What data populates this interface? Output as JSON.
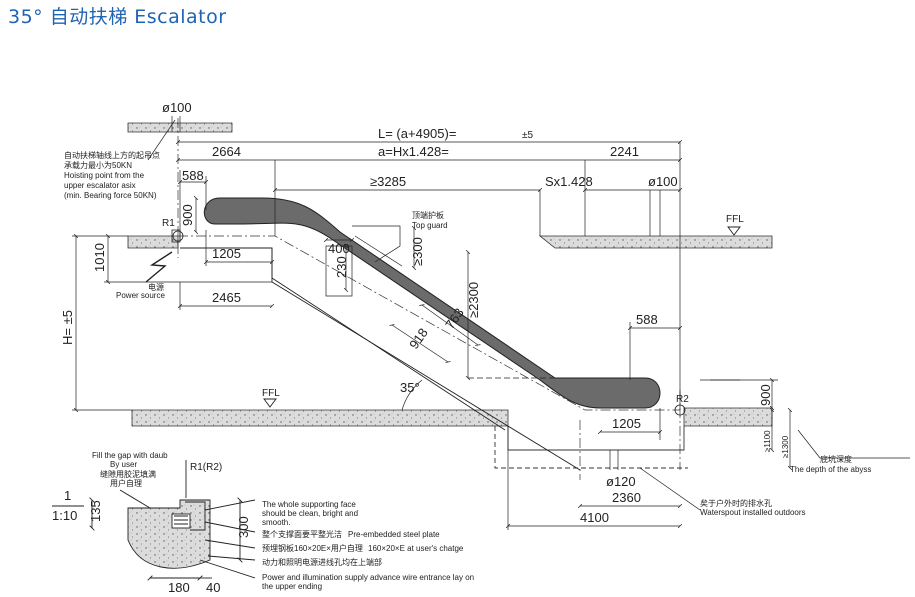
{
  "title": "35°  自动扶梯 Escalator",
  "top_dims": {
    "length_formula": "L= (a+4905)=",
    "length_suffix": "±5",
    "a_formula": "a=Hx1.428=",
    "left_segment": "2664",
    "right_segment": "2241",
    "min_run": "≥3285",
    "s_formula": "Sx1.428"
  },
  "pipes": {
    "top_left": "ø100",
    "top_right": "ø100",
    "bottom": "ø120"
  },
  "upper_left": {
    "hoist_cn_1": "自动扶梯轴线上方的起吊点",
    "hoist_cn_2": "承载力最小为50KN",
    "hoist_en_1": "Hoisting point from the",
    "hoist_en_2": "upper escalator asix",
    "hoist_en_3": "(min. Bearing force 50KN)",
    "dim_588": "588",
    "dim_900": "900",
    "r1_label": "R1",
    "dim_1205": "1205",
    "dim_1010": "1010",
    "power_cn": "电源",
    "power_en": "Power source",
    "dim_2465": "2465",
    "h_label": "H=   ±5",
    "ffl_left": "FFL"
  },
  "middle": {
    "top_guard_cn": "顶端护板",
    "top_guard_en": "Top guard",
    "dim_400": "400",
    "dim_230": "230",
    "dim_300": "≥300",
    "dim_2300": "≥2300",
    "dim_763": "763",
    "dim_918": "918",
    "angle": "35°"
  },
  "upper_right": {
    "ffl_right": "FFL"
  },
  "lower_right": {
    "dim_588": "588",
    "r2_label": "R2",
    "dim_900": "900",
    "dim_1205": "1205",
    "dim_1100": "≥1100",
    "dim_1300": "≥1300",
    "dim_2360": "2360",
    "dim_4100": "4100",
    "pit_depth_cn": "底坑深度",
    "pit_depth_en": "The depth of the abyss",
    "waterspout_cn": "矣于户外时的排水孔",
    "waterspout_en": "Waterspout installed outdoors"
  },
  "detail": {
    "scale_top": "1",
    "scale_bottom": "1:10",
    "fill_gap_en_1": "Fill the gap with daub",
    "fill_gap_en_2": "By user",
    "fill_gap_cn_1": "缝隙用胶泥填满",
    "fill_gap_cn_2": "用户自理",
    "r_label": "R1(R2)",
    "dim_135": "135",
    "dim_300": "300",
    "dim_180": "180",
    "dim_40": "40",
    "support_en_1": "The whole supporting face",
    "support_en_2": "should be clean, bright and",
    "support_en_3": "smooth.",
    "support_cn": "整个支撑面要平整光洁",
    "plate_en": "Pre-embedded steel plate",
    "plate_cn": "预埋钢板160×20E×用户自理",
    "plate_user": "160×20×E at user's chatge",
    "wire_cn": "动力和照明电源进线孔均在上端部",
    "wire_en_1": "Power and illumination supply advance wire entrance lay on",
    "wire_en_2": "the upper ending"
  },
  "colors": {
    "title": "#1f63b5",
    "concrete": "#d9d9d9",
    "truss": "#6b6b6b",
    "line": "#222222"
  }
}
